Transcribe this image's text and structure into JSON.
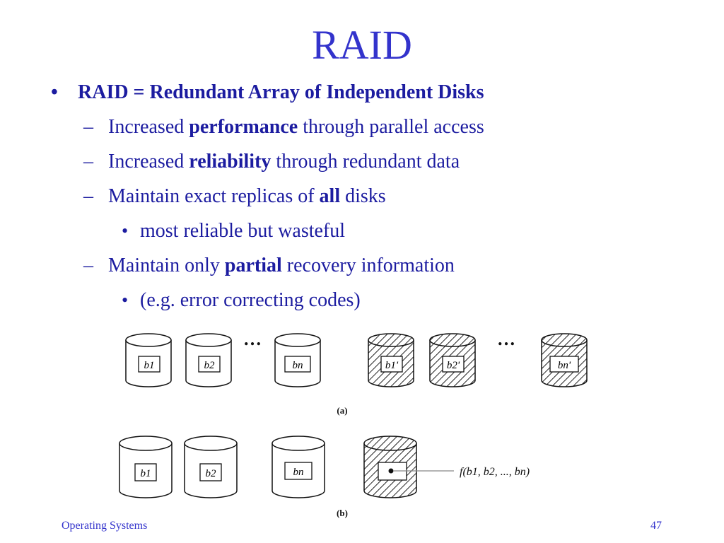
{
  "slide": {
    "title": "RAID",
    "bullet1": "RAID = Redundant Array of Independent Disks",
    "sub1": {
      "pre": "Increased ",
      "bold": "performance",
      "post": " through parallel access"
    },
    "sub2": {
      "pre": "Increased ",
      "bold": "reliability",
      "post": " through redundant data"
    },
    "sub3": {
      "pre": "Maintain exact replicas of ",
      "bold": "all",
      "post": " disks"
    },
    "sub3_item": "most reliable but wasteful",
    "sub4": {
      "pre": "Maintain only ",
      "bold": "partial",
      "post": " recovery information"
    },
    "sub4_item": "(e.g. error correcting codes)",
    "bullet_marker": "•",
    "dash_marker": "–"
  },
  "figure": {
    "row_a": {
      "data_disks": [
        "b1",
        "b2",
        "bn"
      ],
      "mirror_disks": [
        "b1'",
        "b2'",
        "bn'"
      ],
      "ellipsis": "…",
      "caption": "(a)"
    },
    "row_b": {
      "data_disks": [
        "b1",
        "b2",
        "bn"
      ],
      "parity_label": "f(b1, b2, ..., bn)",
      "caption": "(b)"
    }
  },
  "footer": {
    "left": "Operating Systems",
    "page": "47"
  },
  "colors": {
    "title": "#3333cc",
    "text": "#1c1ca0",
    "footer": "#3333cc"
  }
}
